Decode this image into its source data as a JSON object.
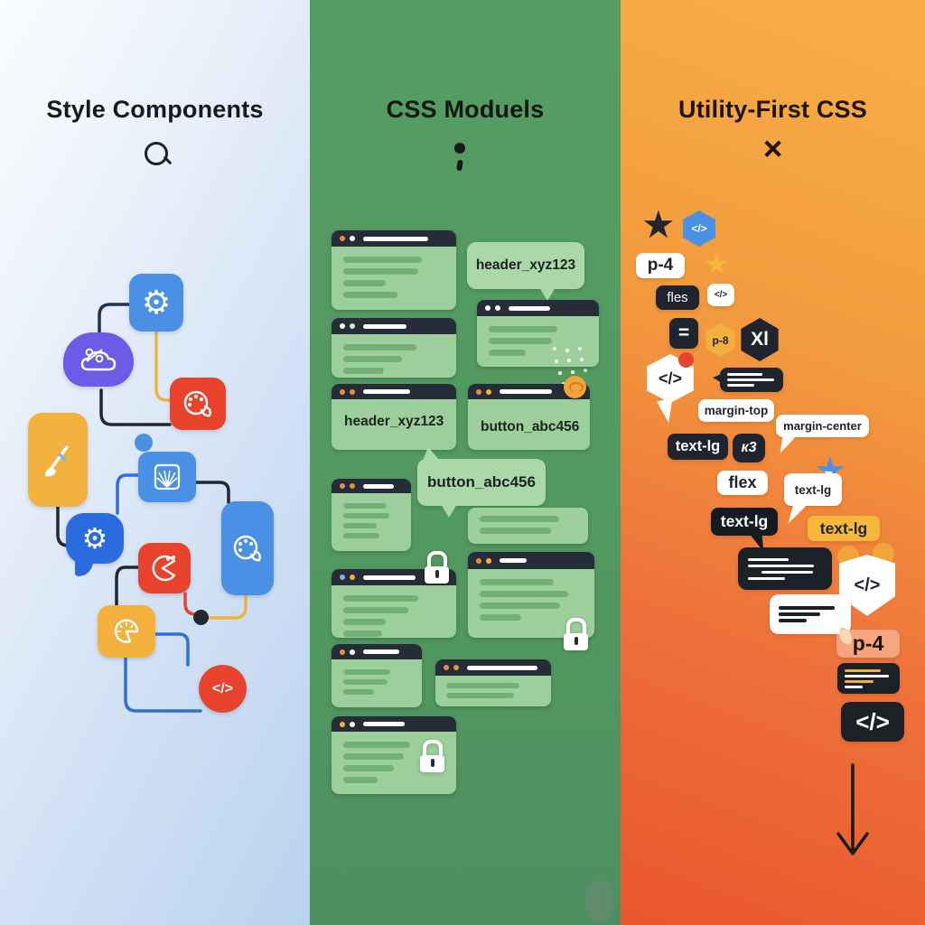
{
  "left": {
    "title": "Style Components",
    "code_label": "</>"
  },
  "middle": {
    "title": "CSS Moduels",
    "labels": {
      "header": "header_xyz123",
      "button": "button_abc456"
    }
  },
  "right": {
    "title": "Utility-First CSS",
    "labels": {
      "p4": "p-4",
      "p8": "p-8",
      "fles": "fles",
      "xl": "Xl",
      "k3": "к3",
      "equals": "=",
      "code": "</>",
      "flex": "flex",
      "text_lg": "text-lg",
      "margin_top": "margin-top",
      "margin_center": "margin-center"
    }
  },
  "colors": {
    "left_bg": "#c7daf2",
    "green_bg": "#529a60",
    "orange_top": "#f6ab44",
    "orange_bottom": "#e9562e",
    "blue": "#4a90e4",
    "purple": "#6c5be7",
    "red": "#e8432c",
    "yellow": "#f4b13e",
    "dark": "#262d38",
    "window_body": "#9ccf9b",
    "window_line": "#72b075"
  },
  "icons": [
    "magnifier-icon",
    "colon-icon",
    "x-icon",
    "gear-icon",
    "cloud-percent-icon",
    "palette-icon",
    "paintbrush-icon",
    "pattern-icon",
    "speech-gear-icon",
    "pacman-icon",
    "pie-icon",
    "code-icon",
    "lock-icon",
    "star-icon",
    "send-star-icon",
    "arrow-down-icon"
  ]
}
